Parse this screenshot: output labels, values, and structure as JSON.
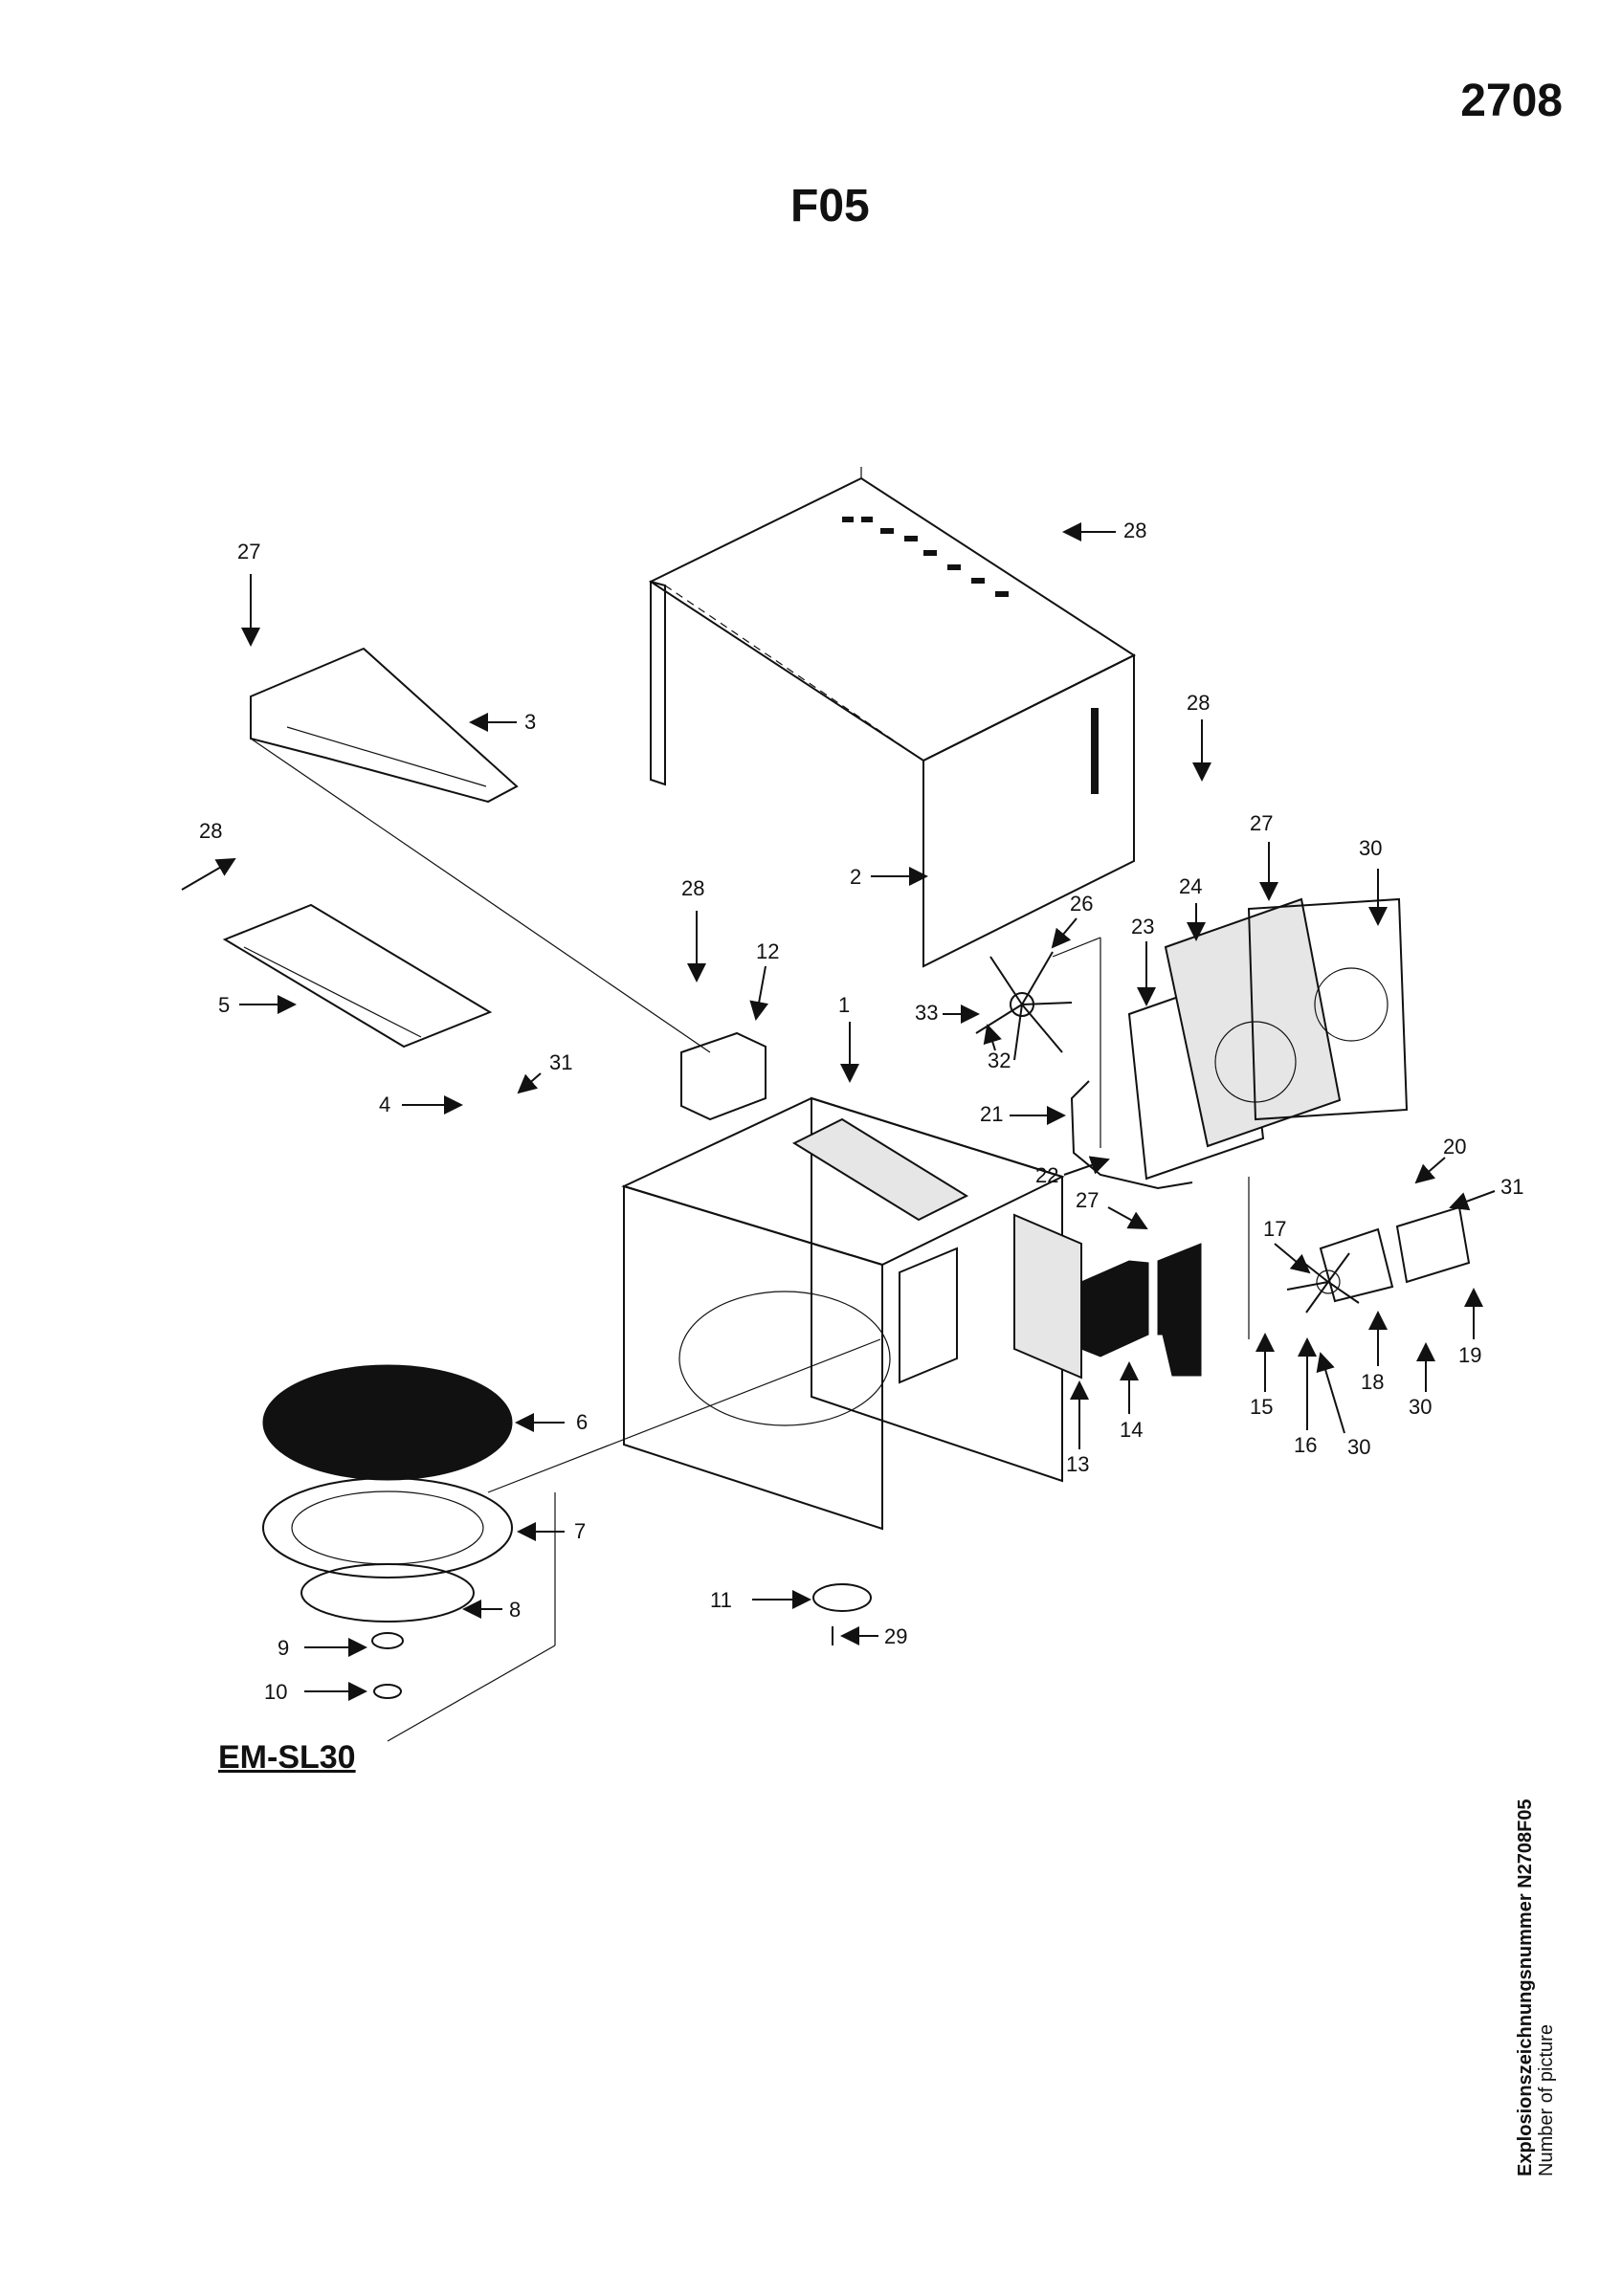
{
  "page_number": "2708",
  "sheet_code": "F05",
  "model": "EM-SL30",
  "side_note": {
    "line1": "Explosionszeichnungsnummer N2708F05",
    "line2": "Number of picture"
  },
  "callouts": [
    {
      "id": "c27a",
      "label": "27"
    },
    {
      "id": "c3",
      "label": "3"
    },
    {
      "id": "c28a",
      "label": "28"
    },
    {
      "id": "c28b",
      "label": "28"
    },
    {
      "id": "c28c",
      "label": "28"
    },
    {
      "id": "c28d",
      "label": "28"
    },
    {
      "id": "c2",
      "label": "2"
    },
    {
      "id": "c5",
      "label": "5"
    },
    {
      "id": "c4",
      "label": "4"
    },
    {
      "id": "c31a",
      "label": "31"
    },
    {
      "id": "c12",
      "label": "12"
    },
    {
      "id": "c1",
      "label": "1"
    },
    {
      "id": "c26",
      "label": "26"
    },
    {
      "id": "c33",
      "label": "33"
    },
    {
      "id": "c32",
      "label": "32"
    },
    {
      "id": "c23",
      "label": "23"
    },
    {
      "id": "c24",
      "label": "24"
    },
    {
      "id": "c27b",
      "label": "27"
    },
    {
      "id": "c30a",
      "label": "30"
    },
    {
      "id": "c21",
      "label": "21"
    },
    {
      "id": "c22",
      "label": "22"
    },
    {
      "id": "c27c",
      "label": "27"
    },
    {
      "id": "c20",
      "label": "20"
    },
    {
      "id": "c31b",
      "label": "31"
    },
    {
      "id": "c17",
      "label": "17"
    },
    {
      "id": "c6",
      "label": "6"
    },
    {
      "id": "c7",
      "label": "7"
    },
    {
      "id": "c8",
      "label": "8"
    },
    {
      "id": "c9",
      "label": "9"
    },
    {
      "id": "c10",
      "label": "10"
    },
    {
      "id": "c11",
      "label": "11"
    },
    {
      "id": "c29",
      "label": "29"
    },
    {
      "id": "c13",
      "label": "13"
    },
    {
      "id": "c14",
      "label": "14"
    },
    {
      "id": "c15",
      "label": "15"
    },
    {
      "id": "c16",
      "label": "16"
    },
    {
      "id": "c30b",
      "label": "30"
    },
    {
      "id": "c18",
      "label": "18"
    },
    {
      "id": "c30c",
      "label": "30"
    },
    {
      "id": "c19",
      "label": "19"
    }
  ]
}
